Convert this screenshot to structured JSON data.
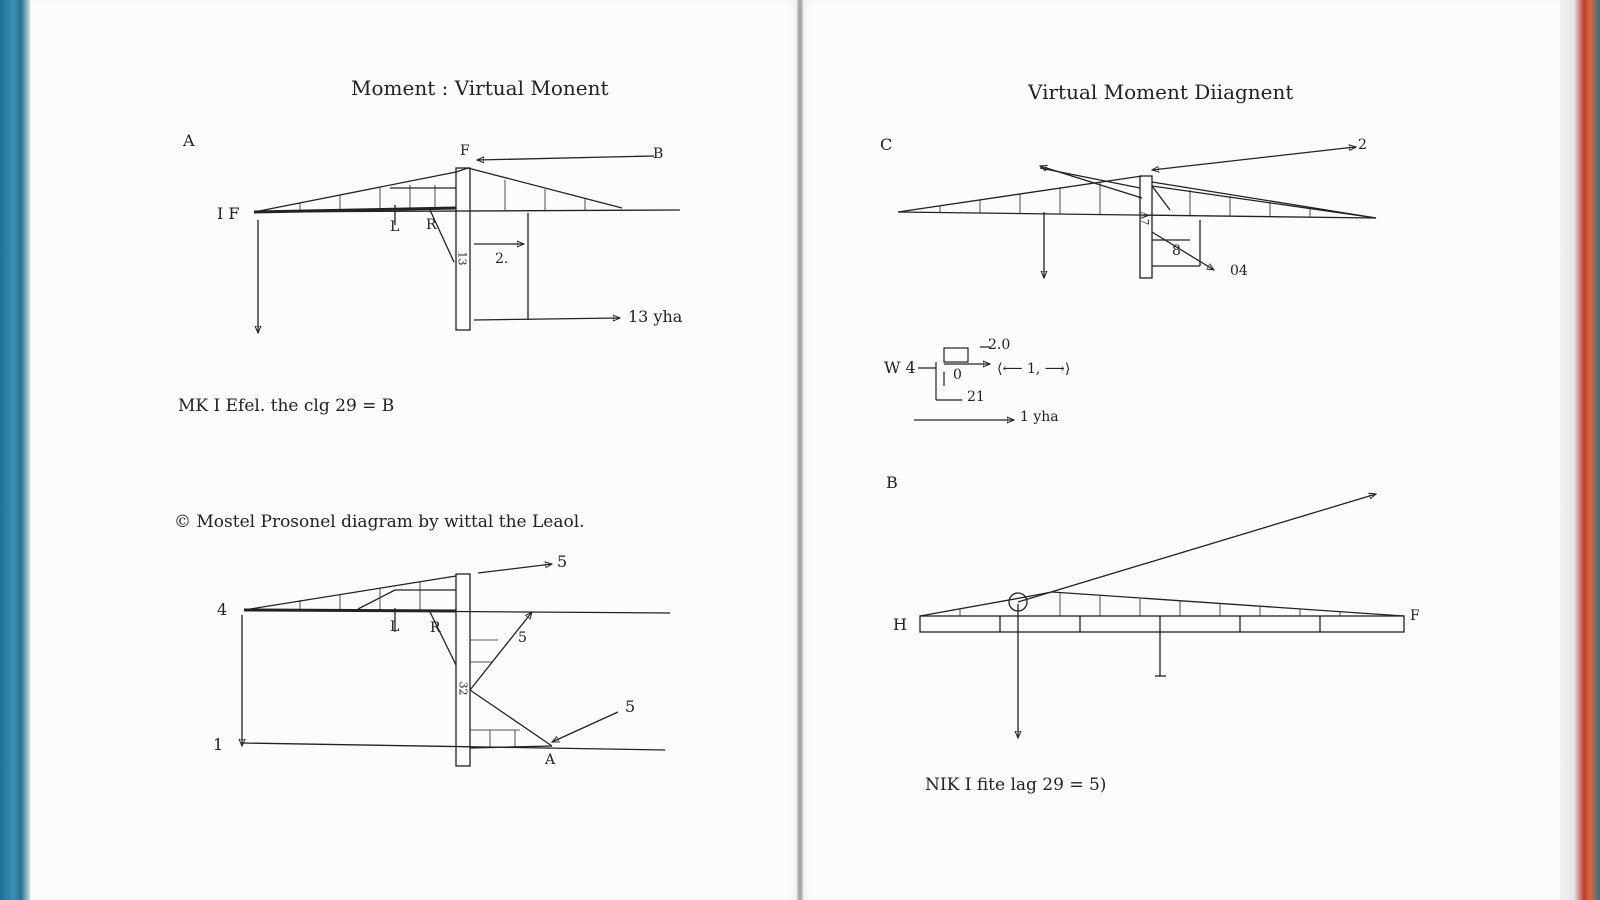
{
  "left_page": {
    "title": "Moment : Virtual Monent",
    "fig1": {
      "label_a": "A",
      "label_f_top": "F",
      "label_b": "B",
      "label_if": "I F",
      "label_l": "L",
      "label_r": "R",
      "label_col": "13",
      "label_2": "2.",
      "label_13yha": "13 yha"
    },
    "caption1": "MK I Efel. the clg 29 = B",
    "section2_title": "© Mostel Prosonel diagram by wittal the Leaol.",
    "fig2": {
      "label_4": "4",
      "label_5_top": "5",
      "label_l": "L",
      "label_r": "R",
      "label_5_mid": "5",
      "label_col": "32",
      "label_5_right": "5",
      "label_1": "1",
      "label_a": "A"
    }
  },
  "right_page": {
    "title": "Virtual Moment Diiagnent",
    "fig3": {
      "label_c": "C",
      "label_2": "2",
      "label_a7": "A7",
      "label_8": "8",
      "label_04": "04"
    },
    "fig4": {
      "label_w": "W 4",
      "label_20": "2.0",
      "label_0": "0",
      "label_21": "21",
      "label_paren": "⟨⟵ 1, ⟶⟩",
      "label_1yha": "1 yha"
    },
    "fig5": {
      "label_b": "B",
      "label_h": "H",
      "label_f": "F"
    },
    "caption2": "NIK I fite lag 29 = 5)"
  }
}
